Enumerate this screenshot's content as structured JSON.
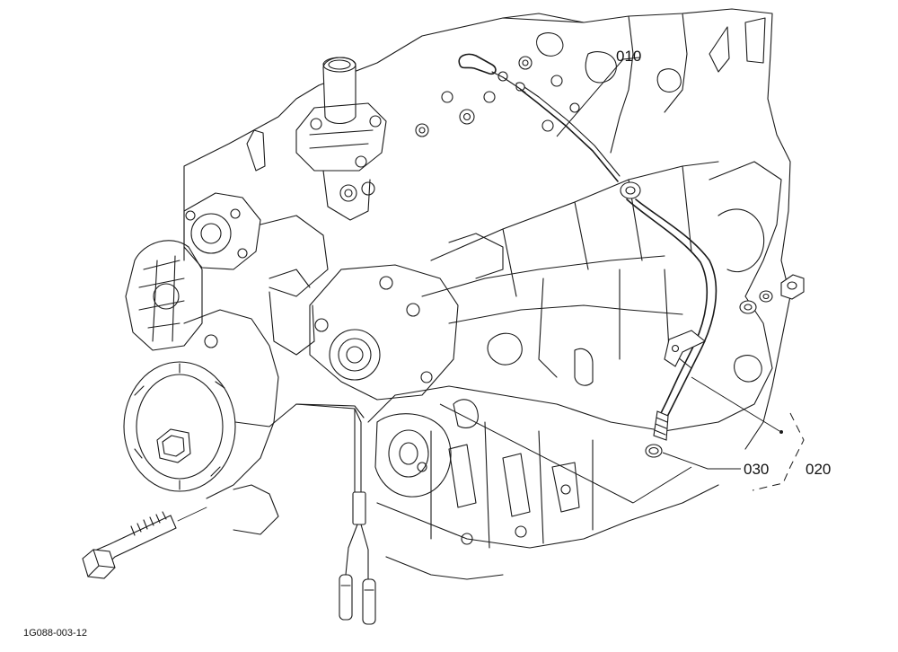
{
  "callouts": {
    "part_010": "010",
    "part_020": "020",
    "part_030": "030"
  },
  "drawing_id": "1G088-003-12"
}
